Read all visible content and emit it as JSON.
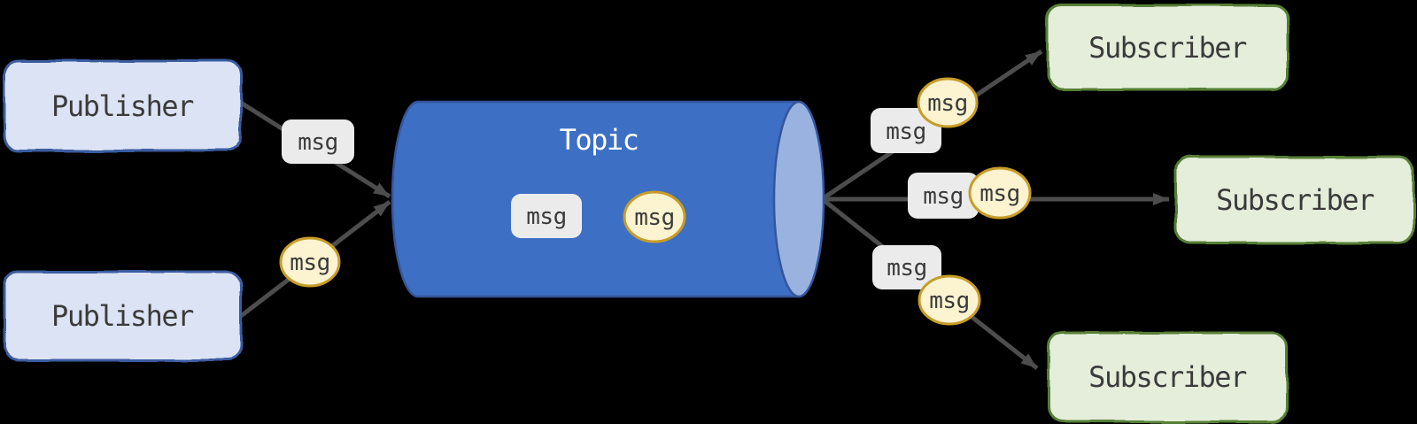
{
  "diagram": {
    "type": "publish-subscribe-topic",
    "publishers": [
      {
        "label": "Publisher"
      },
      {
        "label": "Publisher"
      }
    ],
    "topic": {
      "label": "Topic",
      "messages": [
        {
          "label": "msg",
          "shape": "rect"
        },
        {
          "label": "msg",
          "shape": "ellipse"
        }
      ]
    },
    "subscribers": [
      {
        "label": "Subscriber"
      },
      {
        "label": "Subscriber"
      },
      {
        "label": "Subscriber"
      }
    ],
    "edges": [
      {
        "from": "publisher-1",
        "to": "topic",
        "labels": [
          {
            "label": "msg",
            "shape": "rect"
          }
        ]
      },
      {
        "from": "publisher-2",
        "to": "topic",
        "labels": [
          {
            "label": "msg",
            "shape": "ellipse"
          }
        ]
      },
      {
        "from": "topic",
        "to": "subscriber-1",
        "labels": [
          {
            "label": "msg",
            "shape": "rect"
          },
          {
            "label": "msg",
            "shape": "ellipse"
          }
        ]
      },
      {
        "from": "topic",
        "to": "subscriber-2",
        "labels": [
          {
            "label": "msg",
            "shape": "rect"
          },
          {
            "label": "msg",
            "shape": "ellipse"
          }
        ]
      },
      {
        "from": "topic",
        "to": "subscriber-3",
        "labels": [
          {
            "label": "msg",
            "shape": "rect"
          },
          {
            "label": "msg",
            "shape": "ellipse"
          }
        ]
      }
    ],
    "colors": {
      "background": "#000000",
      "publisher_fill": "#DCE3F5",
      "publisher_border": "#3A5BA0",
      "subscriber_fill": "#E4EEDA",
      "subscriber_border": "#567F35",
      "topic_fill": "#3D6FC4",
      "topic_cap_fill": "#99B2E0",
      "topic_border": "#34559B",
      "msg_rect_fill": "#EBEBEB",
      "msg_ellipse_fill": "#FCF3D1",
      "msg_ellipse_border": "#C79D28",
      "arrow": "#4D4D4D",
      "node_text": "#3B3B3B",
      "topic_text": "#FFFFFF"
    }
  }
}
